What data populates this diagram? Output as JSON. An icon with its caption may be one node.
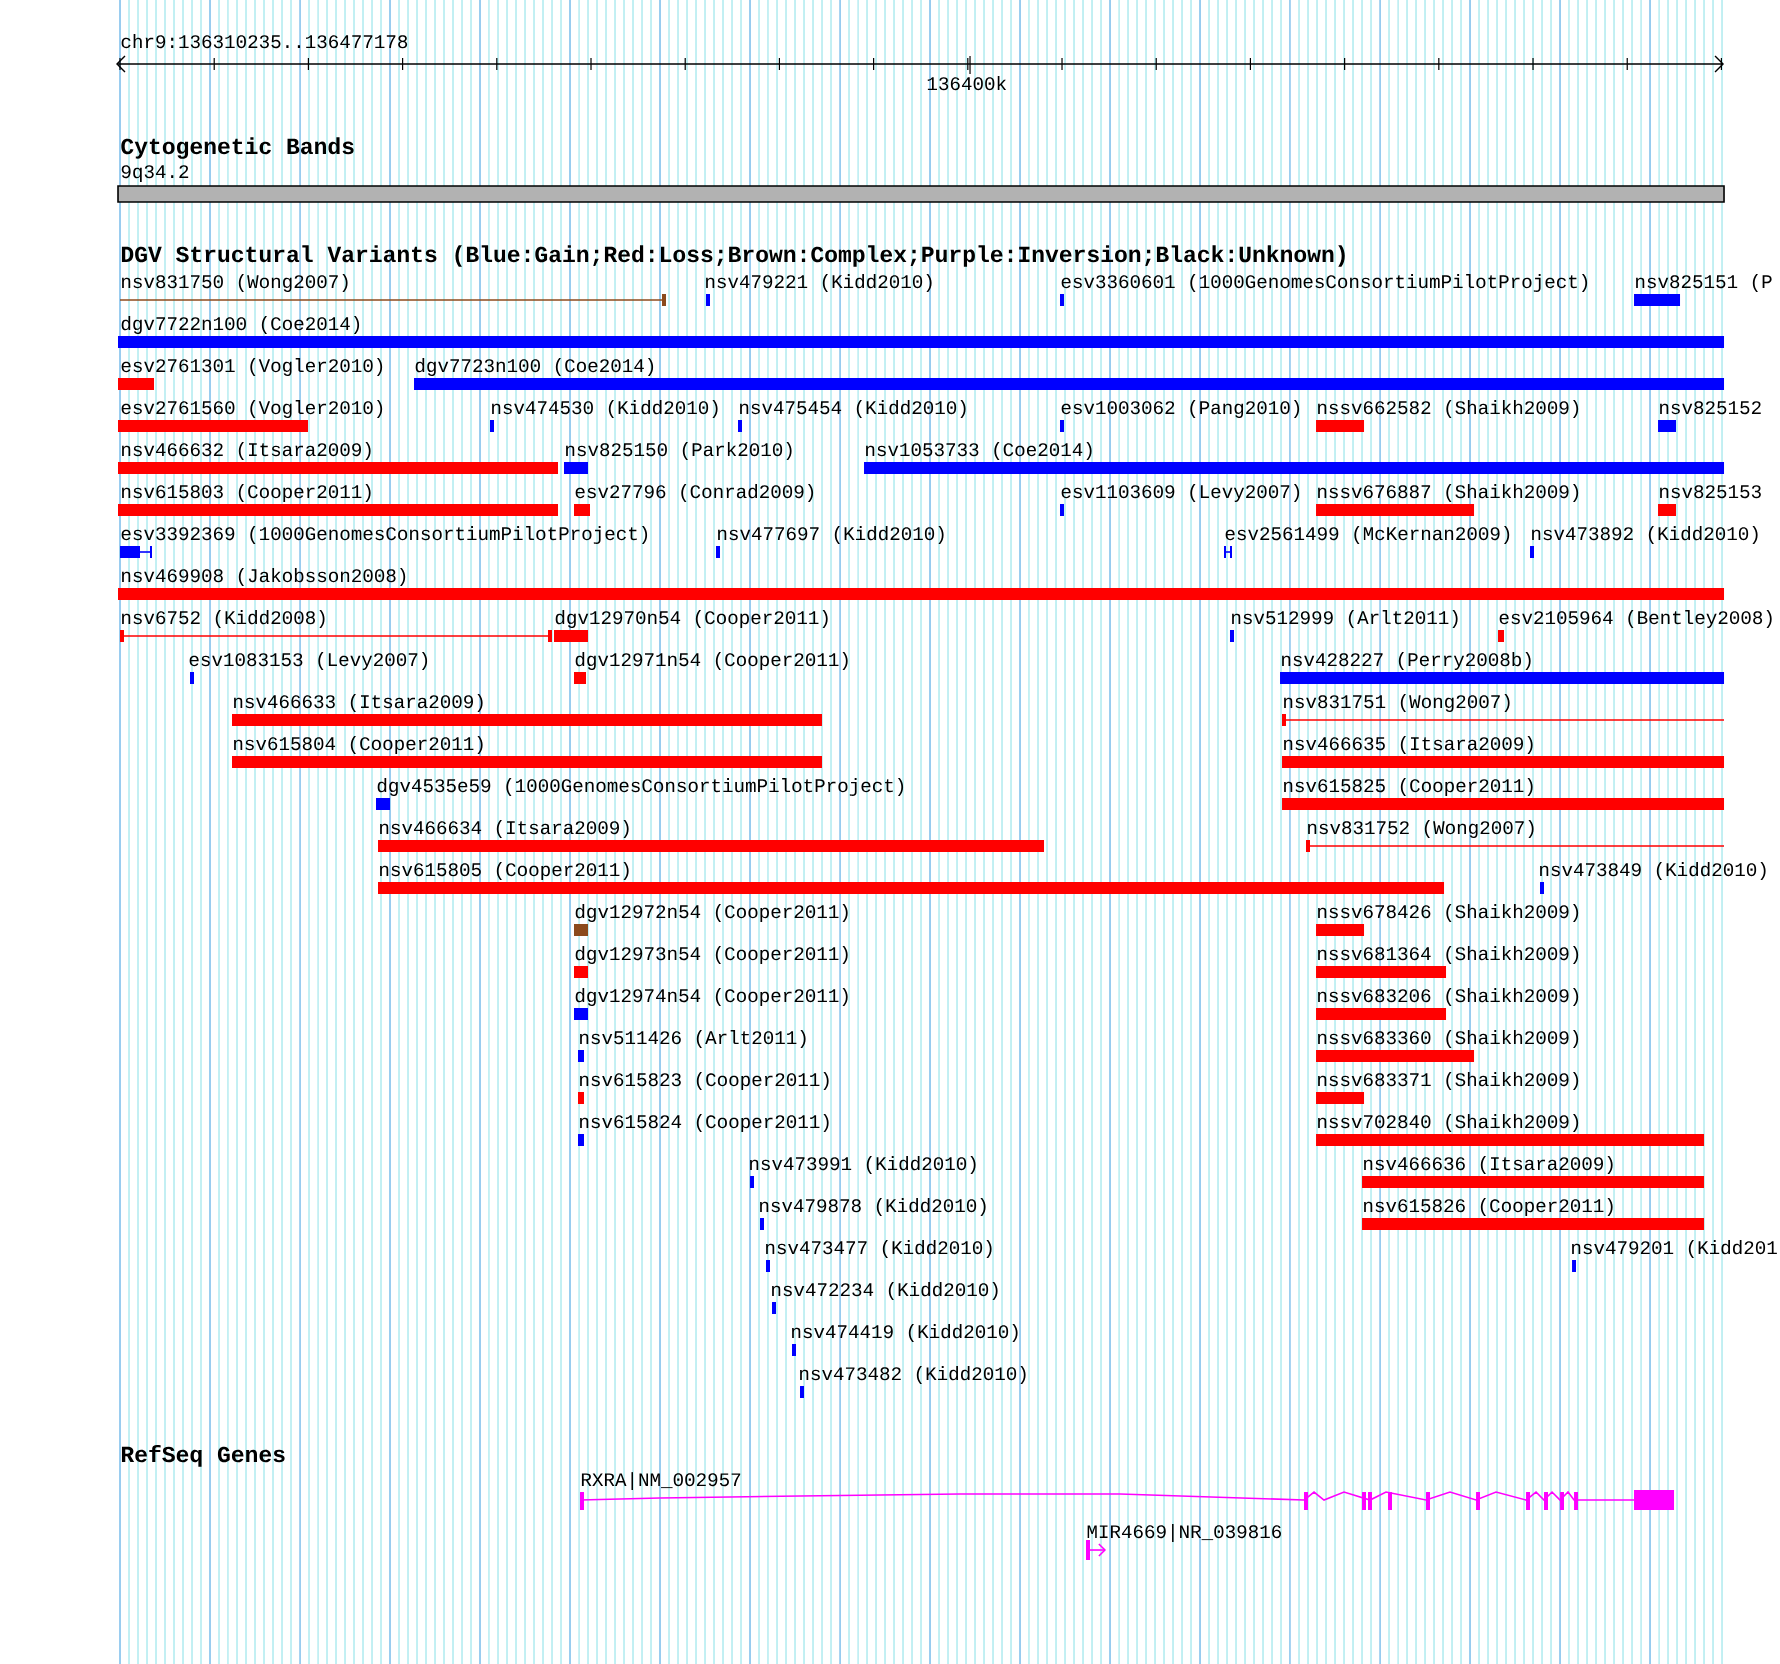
{
  "diagram": {
    "labels": [
      "chr9:136310235..136477178",
      "136400k",
      "Cytogenetic Bands",
      "9q34.2",
      "DGV Structural Variants (Blue:Gain;Red:Loss;Brown:Complex;Purple:Inversion;Black:Unknown)",
      "nsv831750 (Wong2007)",
      "nsv479221 (Kidd2010)",
      "esv3360601 (1000GenomesConsortiumPilotProject)",
      "nsv825151 (P",
      "dgv7722n100 (Coe2014)",
      "esv2761301 (Vogler2010)",
      "dgv7723n100 (Coe2014)",
      "esv2761560 (Vogler2010)",
      "nsv474530 (Kidd2010)",
      "nsv475454 (Kidd2010)",
      "esv1003062 (Pang2010)",
      "nssv662582 (Shaikh2009)",
      "nsv825152",
      "nsv466632 (Itsara2009)",
      "nsv825150 (Park2010)",
      "nsv1053733 (Coe2014)",
      "nsv615803 (Cooper2011)",
      "esv27796 (Conrad2009)",
      "esv1103609 (Levy2007)",
      "nssv676887 (Shaikh2009)",
      "nsv825153",
      "esv3392369 (1000GenomesConsortiumPilotProject)",
      "nsv477697 (Kidd2010)",
      "esv2561499 (McKernan2009)",
      "nsv473892 (Kidd2010)",
      "nsv469908 (Jakobsson2008)",
      "nsv6752 (Kidd2008)",
      "dgv12970n54 (Cooper2011)",
      "nsv512999 (Arlt2011)",
      "esv2105964 (Bentley2008)",
      "esv1083153 (Levy2007)",
      "dgv12971n54 (Cooper2011)",
      "nsv428227 (Perry2008b)",
      "nsv466633 (Itsara2009)",
      "nsv831751 (Wong2007)",
      "nsv615804 (Cooper2011)",
      "nsv466635 (Itsara2009)",
      "dgv4535e59 (1000GenomesConsortiumPilotProject)",
      "nsv615825 (Cooper2011)",
      "nsv466634 (Itsara2009)",
      "nsv831752 (Wong2007)",
      "nsv615805 (Cooper2011)",
      "nsv473849 (Kidd2010)",
      "dgv12972n54 (Cooper2011)",
      "nssv678426 (Shaikh2009)",
      "dgv12973n54 (Cooper2011)",
      "nssv681364 (Shaikh2009)",
      "dgv12974n54 (Cooper2011)",
      "nssv683206 (Shaikh2009)",
      "nsv511426 (Arlt2011)",
      "nssv683360 (Shaikh2009)",
      "nsv615823 (Cooper2011)",
      "nssv683371 (Shaikh2009)",
      "nsv615824 (Cooper2011)",
      "nssv702840 (Shaikh2009)",
      "nsv473991 (Kidd2010)",
      "nsv466636 (Itsara2009)",
      "nsv479878 (Kidd2010)",
      "nsv615826 (Cooper2011)",
      "nsv473477 (Kidd2010)",
      "nsv479201 (Kidd201",
      "nsv472234 (Kidd2010)",
      "nsv474419 (Kidd2010)",
      "nsv473482 (Kidd2010)",
      "RefSeq Genes",
      "RXRA|NM_002957",
      "MIR4669|NR_039816"
    ]
  }
}
